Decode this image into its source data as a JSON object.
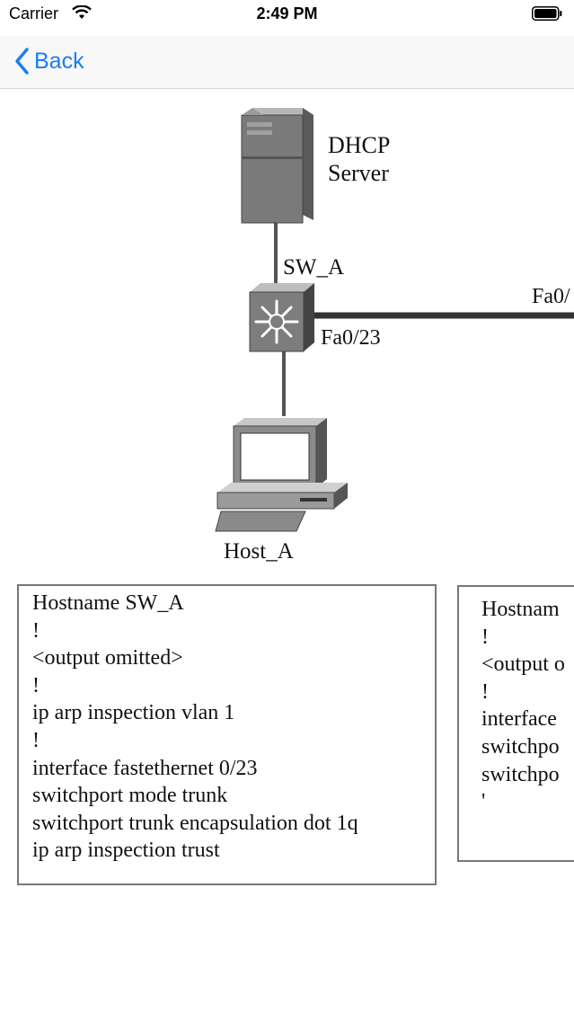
{
  "status_bar": {
    "carrier": "Carrier",
    "time": "2:49 PM"
  },
  "nav": {
    "back_label": "Back"
  },
  "diagram": {
    "server_label_line1": "DHCP",
    "server_label_line2": "Server",
    "switch_label": "SW_A",
    "port_label_host": "Fa0/23",
    "port_label_trunk": "Fa0/",
    "host_label": "Host_A"
  },
  "config_left": {
    "lines": [
      "Hostname SW_A",
      "!",
      "<output omitted>",
      "!",
      "ip arp inspection vlan 1",
      "!",
      "interface fastethernet 0/23",
      "switchport mode trunk",
      "switchport trunk encapsulation dot 1q",
      "ip arp inspection trust"
    ]
  },
  "config_right": {
    "lines": [
      "Hostnam",
      "!",
      "<output o",
      "!",
      "interface",
      "switchpo",
      "switchpo",
      "'"
    ]
  },
  "colors": {
    "accent": "#1a7cf5",
    "device_gray": "#888888",
    "link_dark": "#333333"
  }
}
